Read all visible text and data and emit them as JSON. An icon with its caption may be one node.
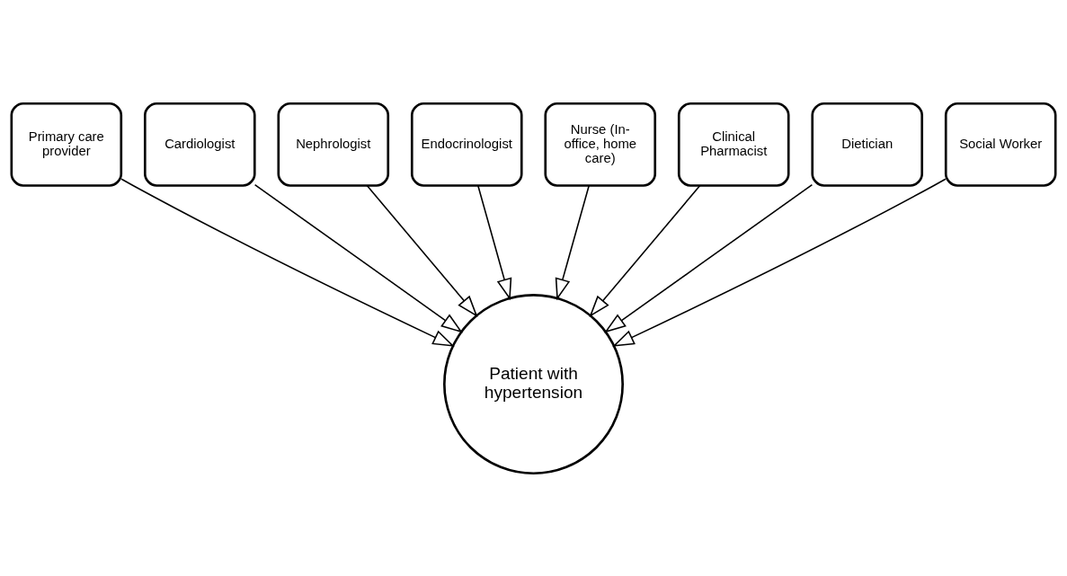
{
  "diagram": {
    "nodes": [
      {
        "text": [
          "Primary care provider"
        ]
      },
      {
        "text": [
          "Cardiologist"
        ]
      },
      {
        "text": [
          "Nephrologist"
        ]
      },
      {
        "text": [
          "Endocrinologist"
        ]
      },
      {
        "text": [
          "Nurse (In-office, home care)"
        ]
      },
      {
        "text": [
          "Clinical Pharmacist"
        ]
      },
      {
        "text": [
          "Dietician"
        ]
      },
      {
        "text": [
          "Social Worker"
        ]
      },
      {
        "text": [
          "Patient with hypertension"
        ]
      }
    ],
    "edges": [
      {
        "from": 0,
        "to": 8,
        "arrow": "to"
      },
      {
        "from": 1,
        "to": 8,
        "arrow": "to"
      },
      {
        "from": 2,
        "to": 8,
        "arrow": "to"
      },
      {
        "from": 3,
        "to": 8,
        "arrow": "to"
      },
      {
        "from": 4,
        "to": 8,
        "arrow": "to"
      },
      {
        "from": 5,
        "to": 8,
        "arrow": "to"
      },
      {
        "from": 6,
        "to": 8,
        "arrow": "to"
      },
      {
        "from": 7,
        "to": 8,
        "arrow": "to"
      }
    ]
  }
}
